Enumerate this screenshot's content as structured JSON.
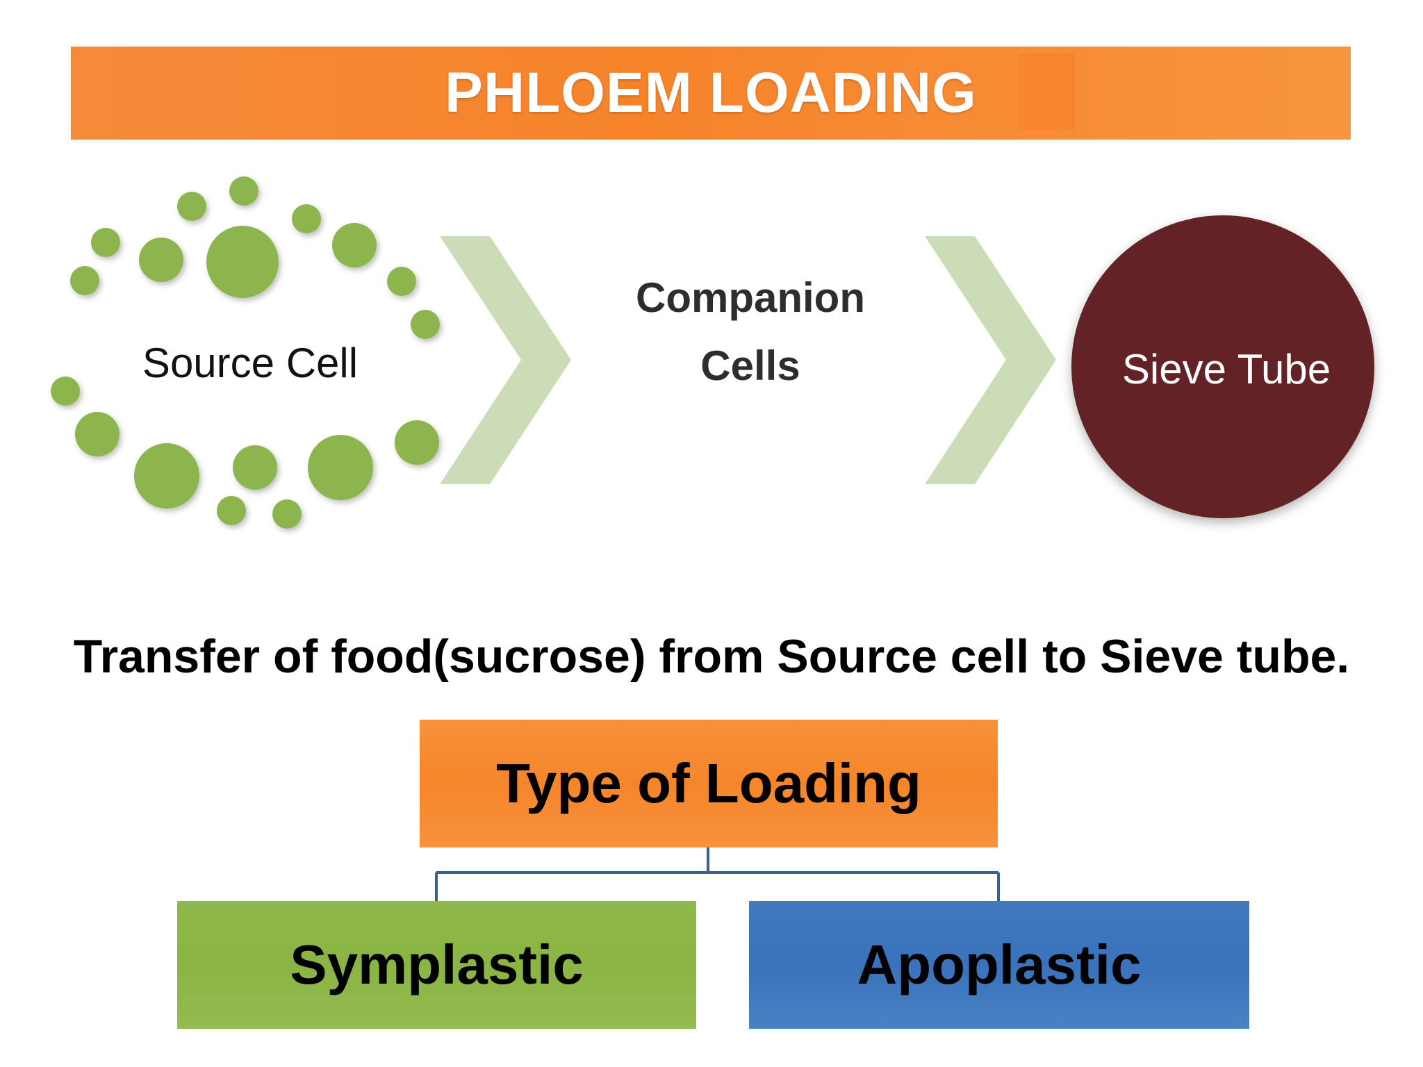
{
  "title": "PHLOEM LOADING",
  "diagram": {
    "source_cell": "Source Cell",
    "companion_cells": {
      "line1": "Companion",
      "line2": "Cells"
    },
    "sieve_tube": "Sieve Tube"
  },
  "statement": "Transfer of food(sucrose) from Source cell to Sieve tube.",
  "hierarchy": {
    "root": "Type of Loading",
    "children": [
      "Symplastic",
      "Apoplastic"
    ]
  },
  "colors": {
    "title_bar": "#f6852d",
    "dots": "#8db54e",
    "chevron": "#ccdcb6",
    "sieve_tube": "#632427",
    "type_box": "#f6872e",
    "symplastic_box": "#8cb647",
    "apoplastic_box": "#3d76be",
    "connector": "#3a5f94"
  }
}
